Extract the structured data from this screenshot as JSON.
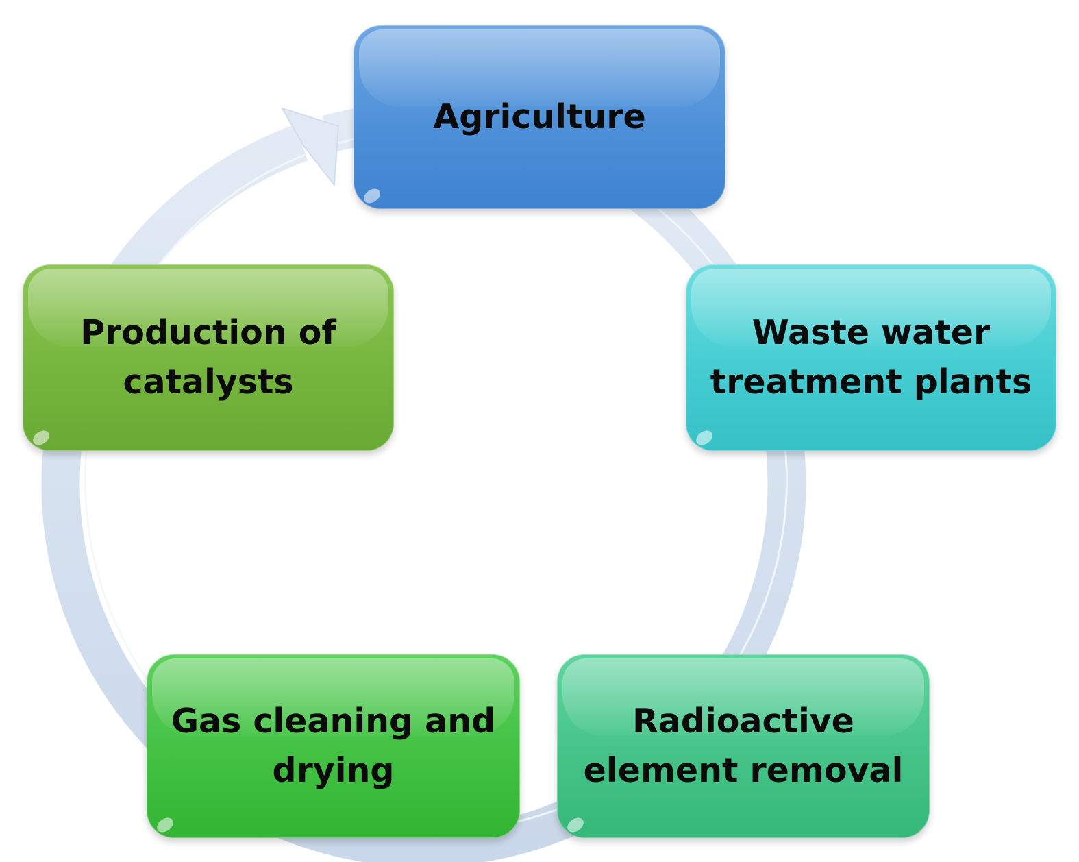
{
  "diagram": {
    "type": "cycle",
    "colors": {
      "ring": "#cfdcec",
      "agriculture": "#4e90d8",
      "waste_water": "#45cdd2",
      "radioactive": "#45c388",
      "gas_cleaning": "#42c142",
      "catalysts": "#76b63e"
    },
    "nodes": [
      {
        "id": "agriculture",
        "label": "Agriculture"
      },
      {
        "id": "waste_water",
        "label": "Waste water\ntreatment plants"
      },
      {
        "id": "radioactive",
        "label": "Radioactive\nelement removal"
      },
      {
        "id": "gas_cleaning",
        "label": "Gas cleaning and\ndrying"
      },
      {
        "id": "catalysts",
        "label": "Production of\ncatalysts"
      }
    ]
  }
}
